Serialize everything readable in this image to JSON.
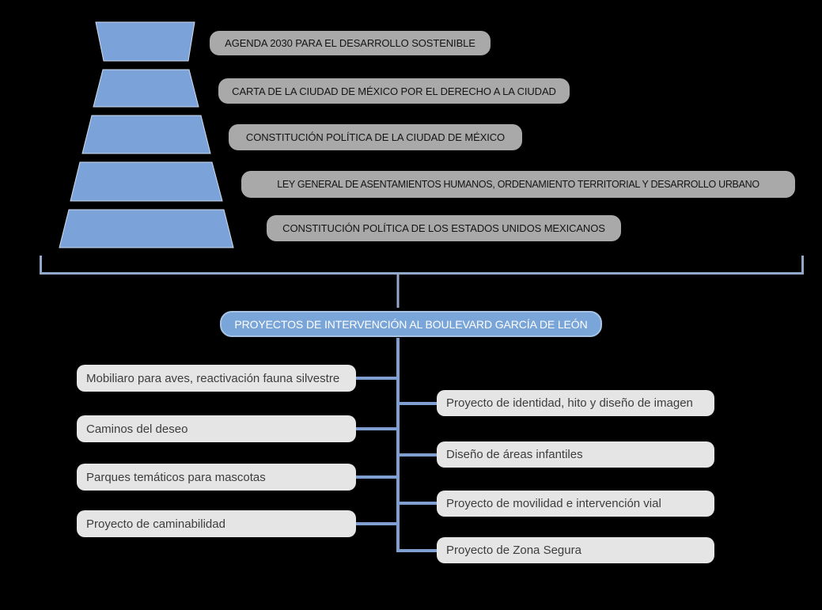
{
  "colors": {
    "background": "#000000",
    "shape-blue": "#7BA3D9",
    "connector-blue": "#7E9FD0",
    "bracket-blue": "#93A9CC",
    "hub-blue": "#7AA5D8",
    "pill-gray": "#A9A9A9",
    "box-gray": "#E5E5E5",
    "pill-text": "#141414",
    "box-text": "#3D3D3D",
    "hub-text": "#FFFFFF"
  },
  "pyramid": {
    "levels": [
      {
        "label": "AGENDA 2030 PARA EL DESARROLLO SOSTENIBLE"
      },
      {
        "label": "CARTA DE LA CIUDAD DE MÉXICO POR EL DERECHO A LA CIUDAD"
      },
      {
        "label": "CONSTITUCIÓN POLÍTICA DE LA CIUDAD DE MÉXICO"
      },
      {
        "label": "LEY GENERAL DE ASENTAMIENTOS HUMANOS, ORDENAMIENTO TERRITORIAL Y DESARROLLO URBANO"
      },
      {
        "label": "CONSTITUCIÓN POLÍTICA DE LOS ESTADOS UNIDOS MEXICANOS"
      }
    ]
  },
  "hub": {
    "label": "PROYECTOS DE INTERVENCIÓN AL BOULEVARD GARCÍA DE LEÓN"
  },
  "projects": {
    "left": [
      "Mobiliaro para aves, reactivación fauna silvestre",
      "Caminos del deseo",
      "Parques temáticos para mascotas",
      "Proyecto de caminabilidad"
    ],
    "right": [
      "Proyecto de identidad, hito y diseño de imagen",
      "Diseño de áreas infantiles",
      "Proyecto de movilidad e intervención vial",
      "Proyecto de Zona Segura"
    ]
  }
}
